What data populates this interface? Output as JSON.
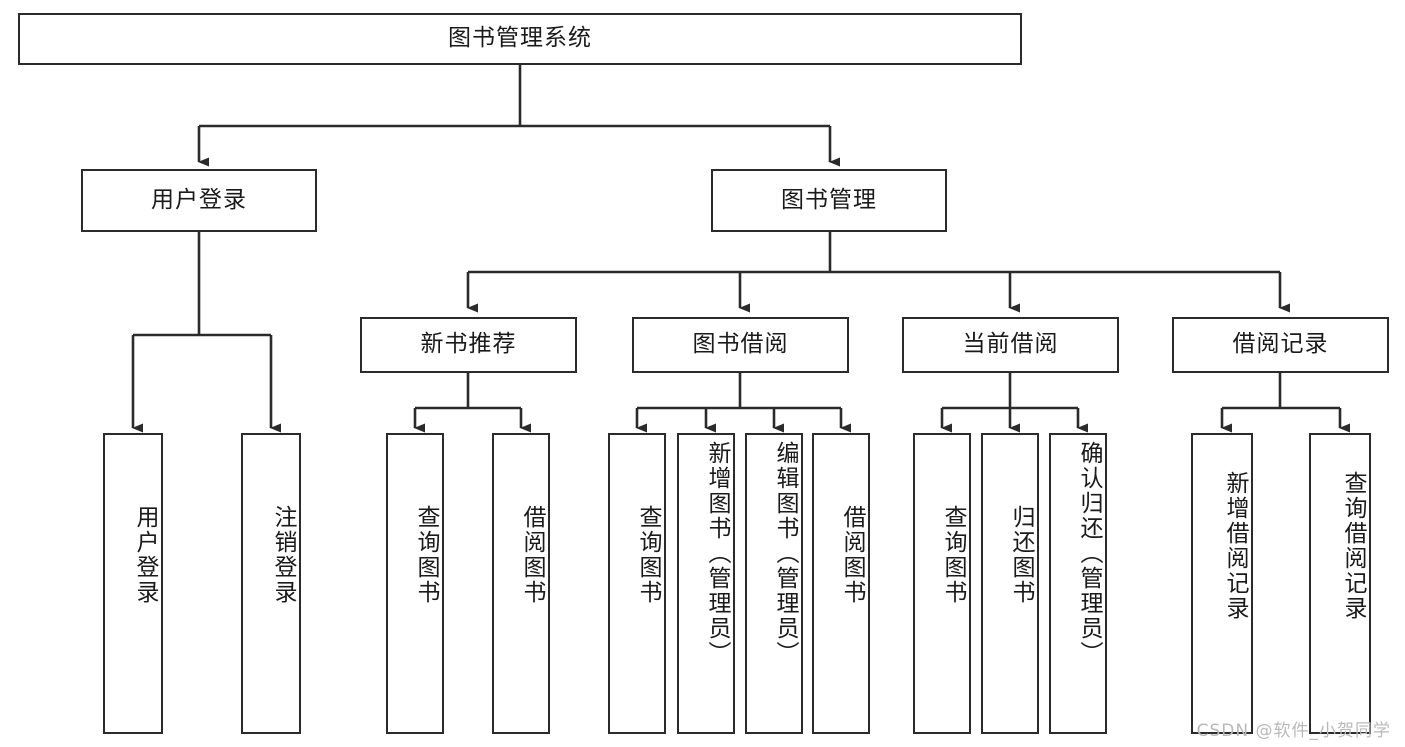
{
  "diagram": {
    "title": "图书管理系统",
    "type": "tree-hierarchy",
    "stroke_color": "#2b2b2b",
    "background_color": "#ffffff",
    "text_color": "#1a1a1a"
  },
  "nodes": {
    "root": {
      "label": "图书管理系统"
    },
    "level2": [
      {
        "id": "user-login",
        "label": "用户登录"
      },
      {
        "id": "book-manage",
        "label": "图书管理"
      }
    ],
    "level3": [
      {
        "id": "new-book-recommend",
        "label": "新书推荐"
      },
      {
        "id": "book-borrow",
        "label": "图书借阅"
      },
      {
        "id": "current-borrow",
        "label": "当前借阅"
      },
      {
        "id": "borrow-record",
        "label": "借阅记录"
      }
    ],
    "leaves": [
      {
        "id": "leaf-user-login",
        "label": "用户登录",
        "parent": "user-login"
      },
      {
        "id": "leaf-logout-login",
        "label": "注销登录",
        "parent": "user-login"
      },
      {
        "id": "leaf-query-book-1",
        "label": "查询图书",
        "parent": "new-book-recommend"
      },
      {
        "id": "leaf-borrow-book-1",
        "label": "借阅图书",
        "parent": "new-book-recommend"
      },
      {
        "id": "leaf-query-book-2",
        "label": "查询图书",
        "parent": "book-borrow"
      },
      {
        "id": "leaf-add-book",
        "label": "新增图书（管理员）",
        "parent": "book-borrow"
      },
      {
        "id": "leaf-edit-book",
        "label": "编辑图书（管理员）",
        "parent": "book-borrow"
      },
      {
        "id": "leaf-borrow-book-2",
        "label": "借阅图书",
        "parent": "book-borrow"
      },
      {
        "id": "leaf-query-book-3",
        "label": "查询图书",
        "parent": "current-borrow"
      },
      {
        "id": "leaf-return-book",
        "label": "归还图书",
        "parent": "current-borrow"
      },
      {
        "id": "leaf-confirm-return",
        "label": "确认归还（管理员）",
        "parent": "current-borrow"
      },
      {
        "id": "leaf-add-borrow-record",
        "label": "新增借阅记录",
        "parent": "borrow-record"
      },
      {
        "id": "leaf-query-borrow-record",
        "label": "查询借阅记录",
        "parent": "borrow-record"
      }
    ]
  },
  "watermark": {
    "text": "CSDN @软件_小贺同学"
  }
}
